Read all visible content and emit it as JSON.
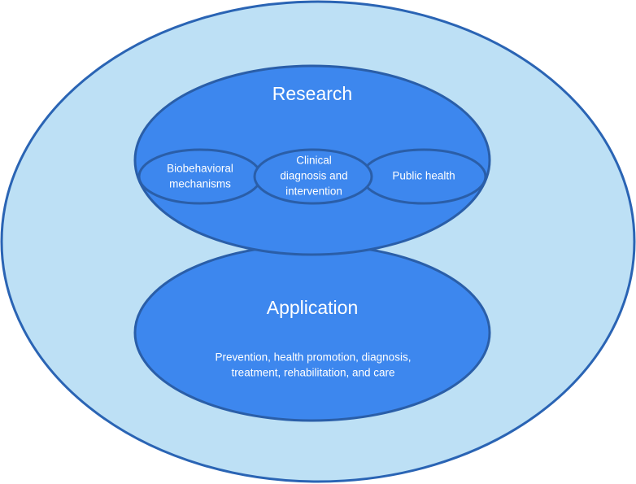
{
  "colors": {
    "outer_fill": "#BDE0F5",
    "outer_stroke": "#2A64B4",
    "inner_fill": "#3D87EE",
    "inner_stroke": "#2A5EA8"
  },
  "research": {
    "title": "Research",
    "sub_mechanisms": [
      "Biobehavioral",
      "mechanisms"
    ],
    "sub_clinical": [
      "Clinical",
      "diagnosis and",
      "intervention"
    ],
    "sub_public": "Public health"
  },
  "application": {
    "title": "Application",
    "line1": "Prevention, health promotion, diagnosis,",
    "line2": "treatment, rehabilitation, and care"
  }
}
